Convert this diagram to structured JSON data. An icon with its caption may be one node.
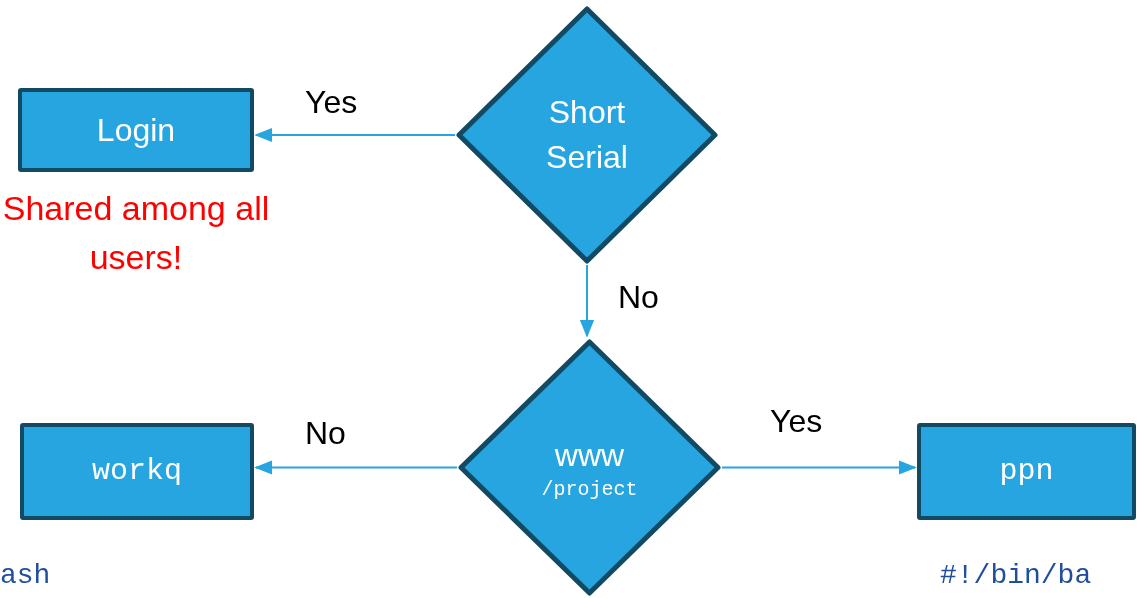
{
  "diagram": {
    "nodes": [
      {
        "text": [
          "Login"
        ],
        "beside": [
          "Shared among all users!"
        ]
      },
      {
        "text": [
          "Short Serial"
        ]
      },
      {
        "text": [
          "www",
          "/project"
        ]
      },
      {
        "text": [
          "workq"
        ]
      },
      {
        "text": [
          "ppn"
        ]
      }
    ],
    "edges": [
      {
        "from": 1,
        "to": 0,
        "arrow": "to",
        "label": "Yes"
      },
      {
        "from": 1,
        "to": 2,
        "arrow": "to",
        "label": "No"
      },
      {
        "from": 2,
        "to": 3,
        "arrow": "to",
        "label": "No"
      },
      {
        "from": 2,
        "to": 4,
        "arrow": "to",
        "label": "Yes"
      }
    ],
    "labels": [
      "ash",
      "#!/bin/ba"
    ]
  }
}
